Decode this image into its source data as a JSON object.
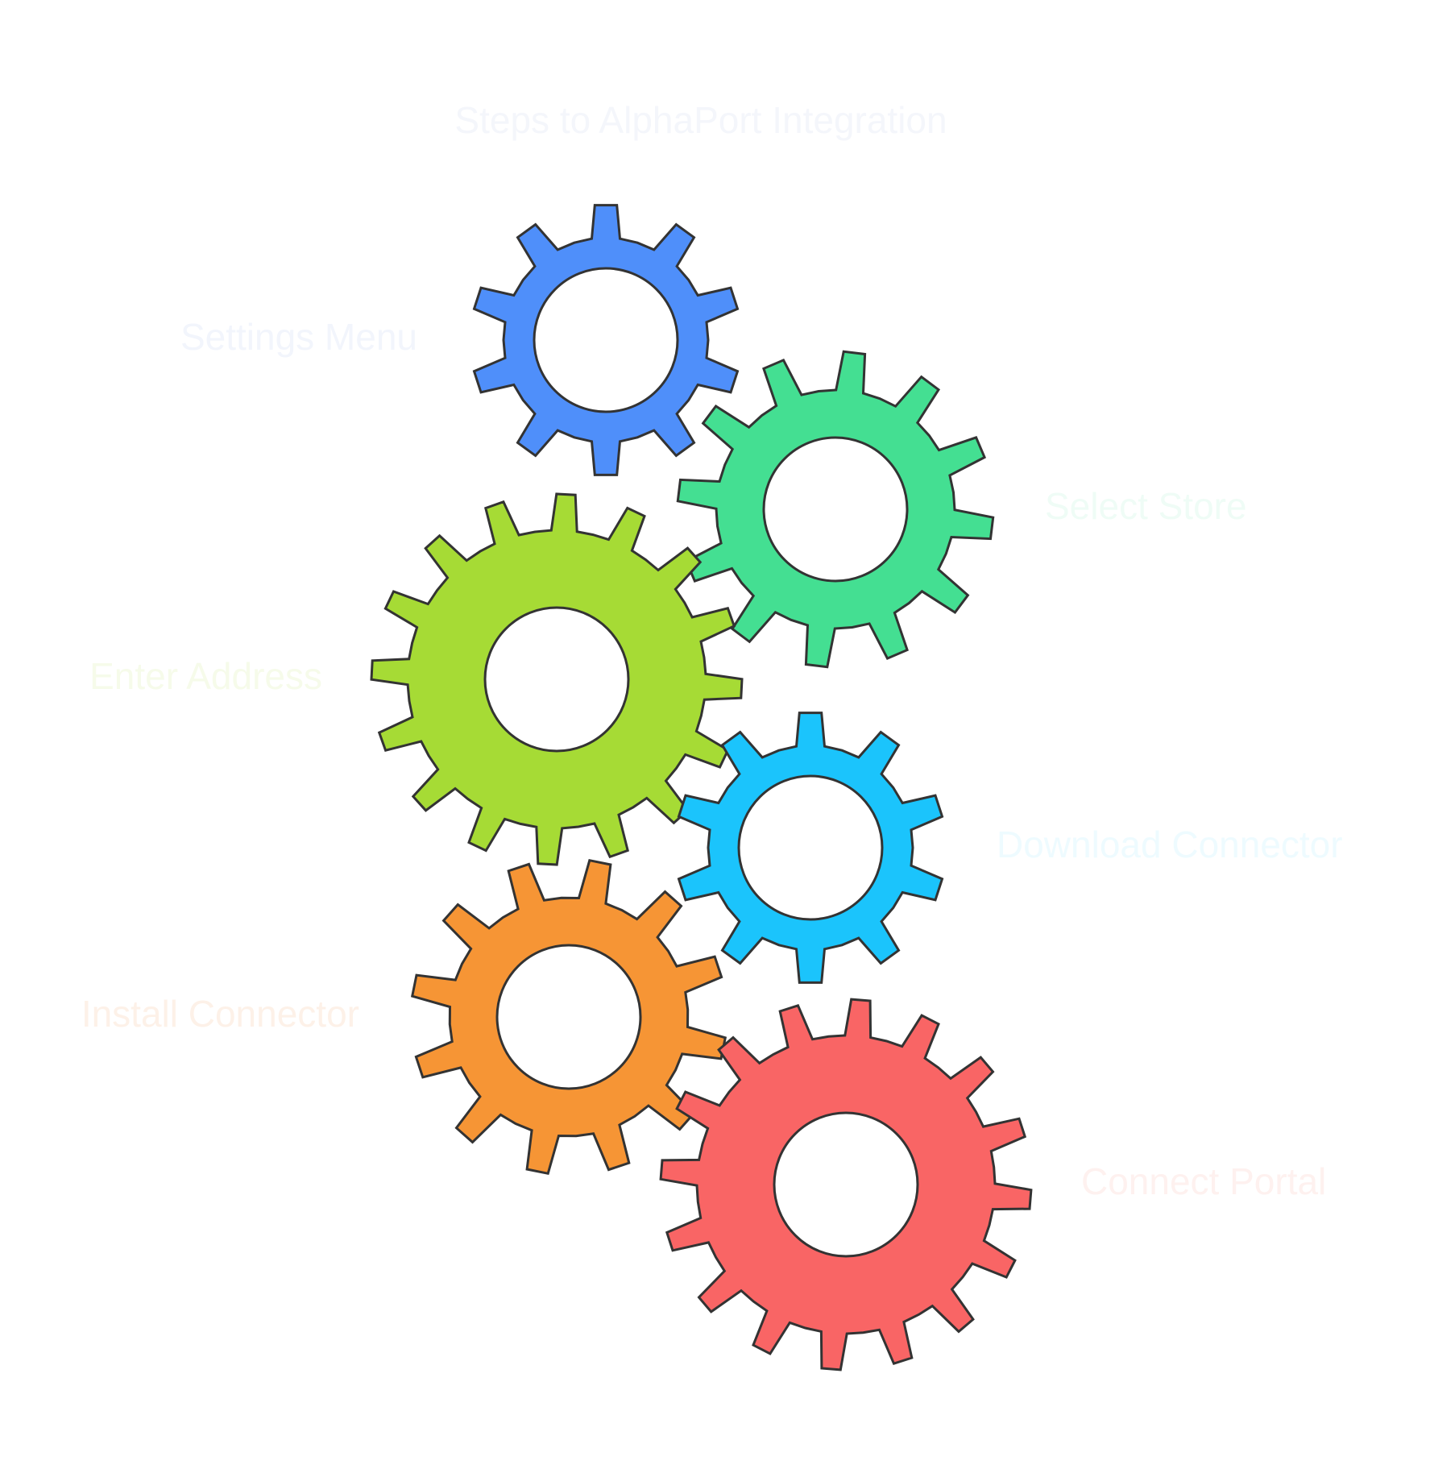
{
  "title": "Steps to AlphaPort Integration",
  "title_color": "#f4f6fb",
  "steps": [
    {
      "label": "Settings Menu",
      "gear_color": "#4f8ffa",
      "label_color": "#f2f5fc",
      "teeth": 10
    },
    {
      "label": "Select Store",
      "gear_color": "#44df92",
      "label_color": "#effcf6",
      "teeth": 12
    },
    {
      "label": "Enter Address",
      "gear_color": "#a6db35",
      "label_color": "#f6fbea",
      "teeth": 16
    },
    {
      "label": "Download Connector",
      "gear_color": "#1bc4fc",
      "label_color": "#eefbff",
      "teeth": 10
    },
    {
      "label": "Install Connector",
      "gear_color": "#f69535",
      "label_color": "#fdf1e8",
      "teeth": 12
    },
    {
      "label": "Connect Portal",
      "gear_color": "#f96565",
      "label_color": "#fef1ef",
      "teeth": 16
    }
  ]
}
